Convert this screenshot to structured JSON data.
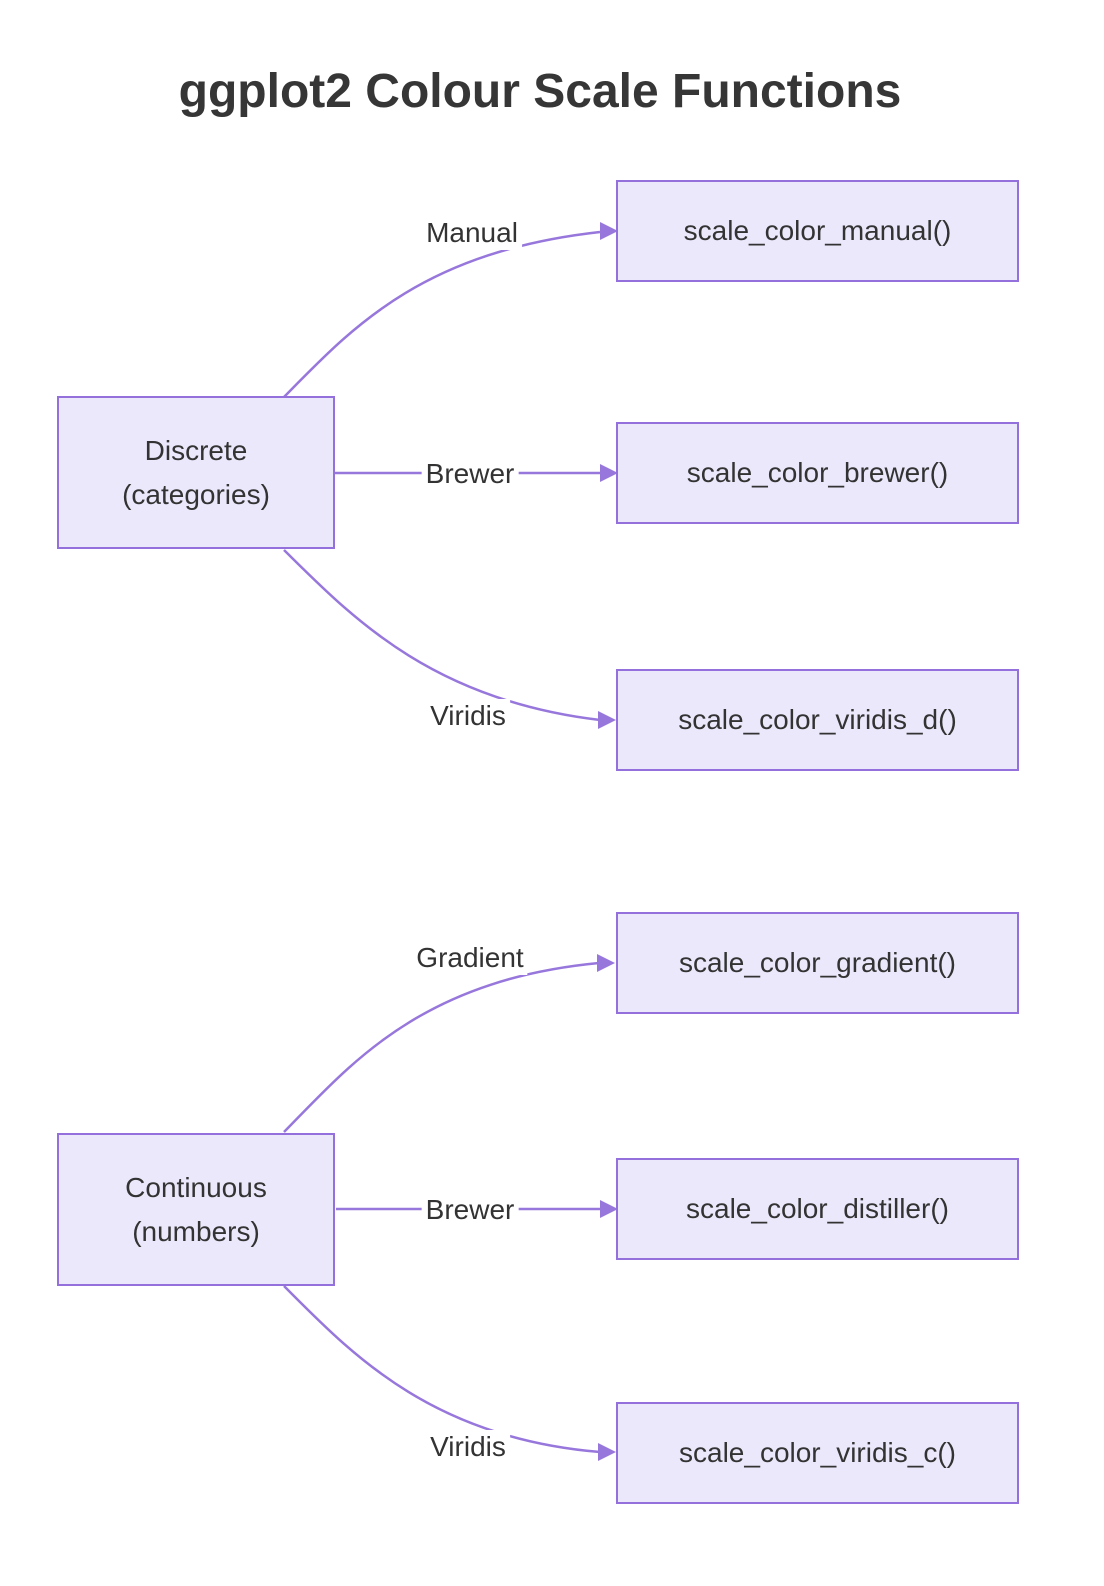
{
  "title": "ggplot2 Colour Scale Functions",
  "colors": {
    "node_fill": "#EBE8FB",
    "node_border": "#9370DB",
    "edge_line": "#9777DC",
    "text": "#333333",
    "title_text": "#363636",
    "background": "#ffffff"
  },
  "nodes": {
    "discrete": {
      "line1": "Discrete",
      "line2": "(categories)"
    },
    "continuous": {
      "line1": "Continuous",
      "line2": "(numbers)"
    },
    "manual_fn": {
      "label": "scale_color_manual()"
    },
    "brewer_discrete_fn": {
      "label": "scale_color_brewer()"
    },
    "viridis_discrete_fn": {
      "label": "scale_color_viridis_d()"
    },
    "gradient_fn": {
      "label": "scale_color_gradient()"
    },
    "brewer_continuous_fn": {
      "label": "scale_color_distiller()"
    },
    "viridis_continuous_fn": {
      "label": "scale_color_viridis_c()"
    }
  },
  "edges": {
    "manual": {
      "label": "Manual",
      "from": "Discrete (categories)",
      "to": "scale_color_manual()"
    },
    "brewer_discrete": {
      "label": "Brewer",
      "from": "Discrete (categories)",
      "to": "scale_color_brewer()"
    },
    "viridis_discrete": {
      "label": "Viridis",
      "from": "Discrete (categories)",
      "to": "scale_color_viridis_d()"
    },
    "gradient": {
      "label": "Gradient",
      "from": "Continuous (numbers)",
      "to": "scale_color_gradient()"
    },
    "brewer_continuous": {
      "label": "Brewer",
      "from": "Continuous (numbers)",
      "to": "scale_color_distiller()"
    },
    "viridis_continuous": {
      "label": "Viridis",
      "from": "Continuous (numbers)",
      "to": "scale_color_viridis_c()"
    }
  }
}
